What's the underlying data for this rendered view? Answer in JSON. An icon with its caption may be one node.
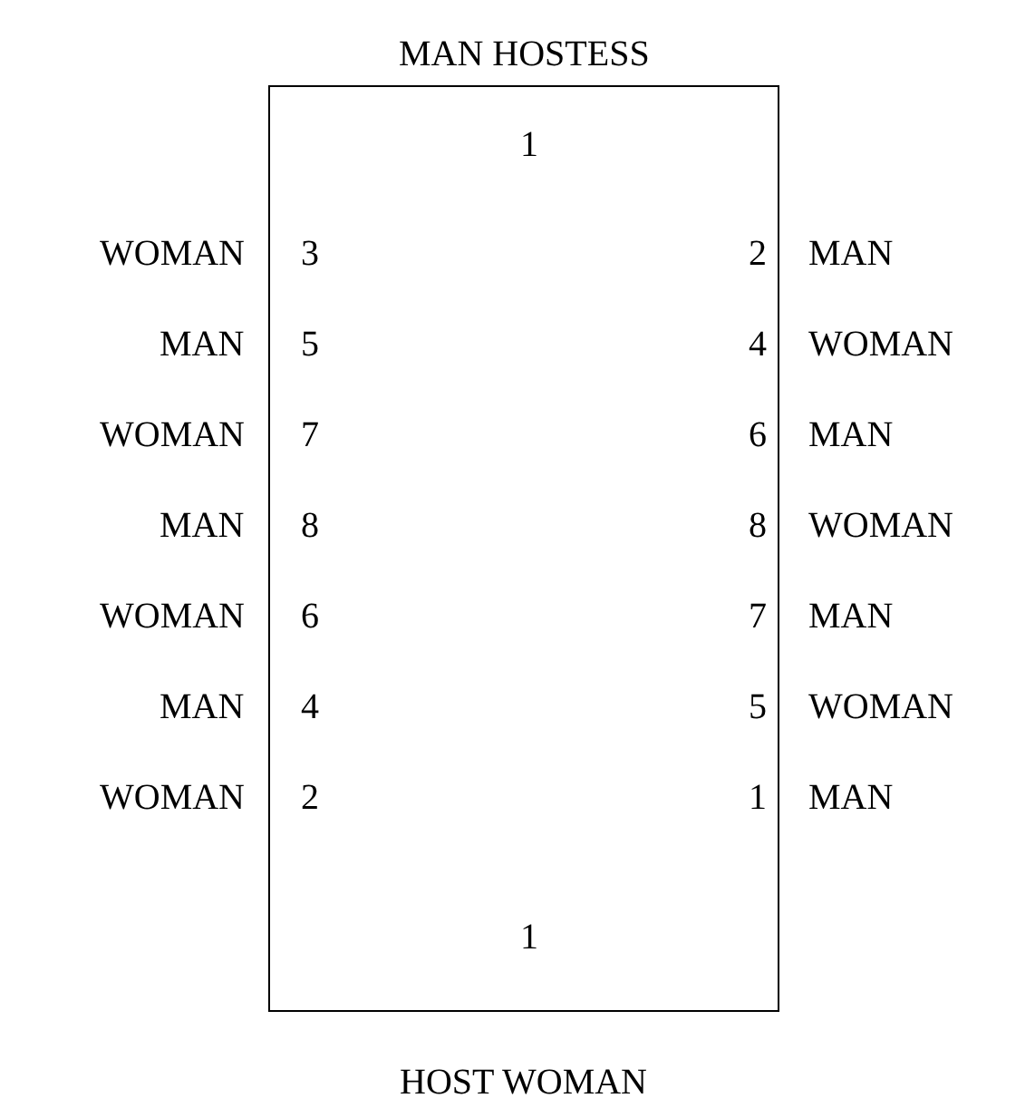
{
  "diagram": {
    "labels": [
      "MAN HOSTESS",
      "1",
      "WOMAN",
      "3",
      "2",
      "MAN",
      "MAN",
      "5",
      "4",
      "WOMAN",
      "WOMAN",
      "7",
      "6",
      "MAN",
      "MAN",
      "8",
      "8",
      "WOMAN",
      "WOMAN",
      "6",
      "7",
      "MAN",
      "MAN",
      "4",
      "5",
      "WOMAN",
      "WOMAN",
      "2",
      "1",
      "MAN",
      "1",
      "HOST WOMAN"
    ]
  }
}
